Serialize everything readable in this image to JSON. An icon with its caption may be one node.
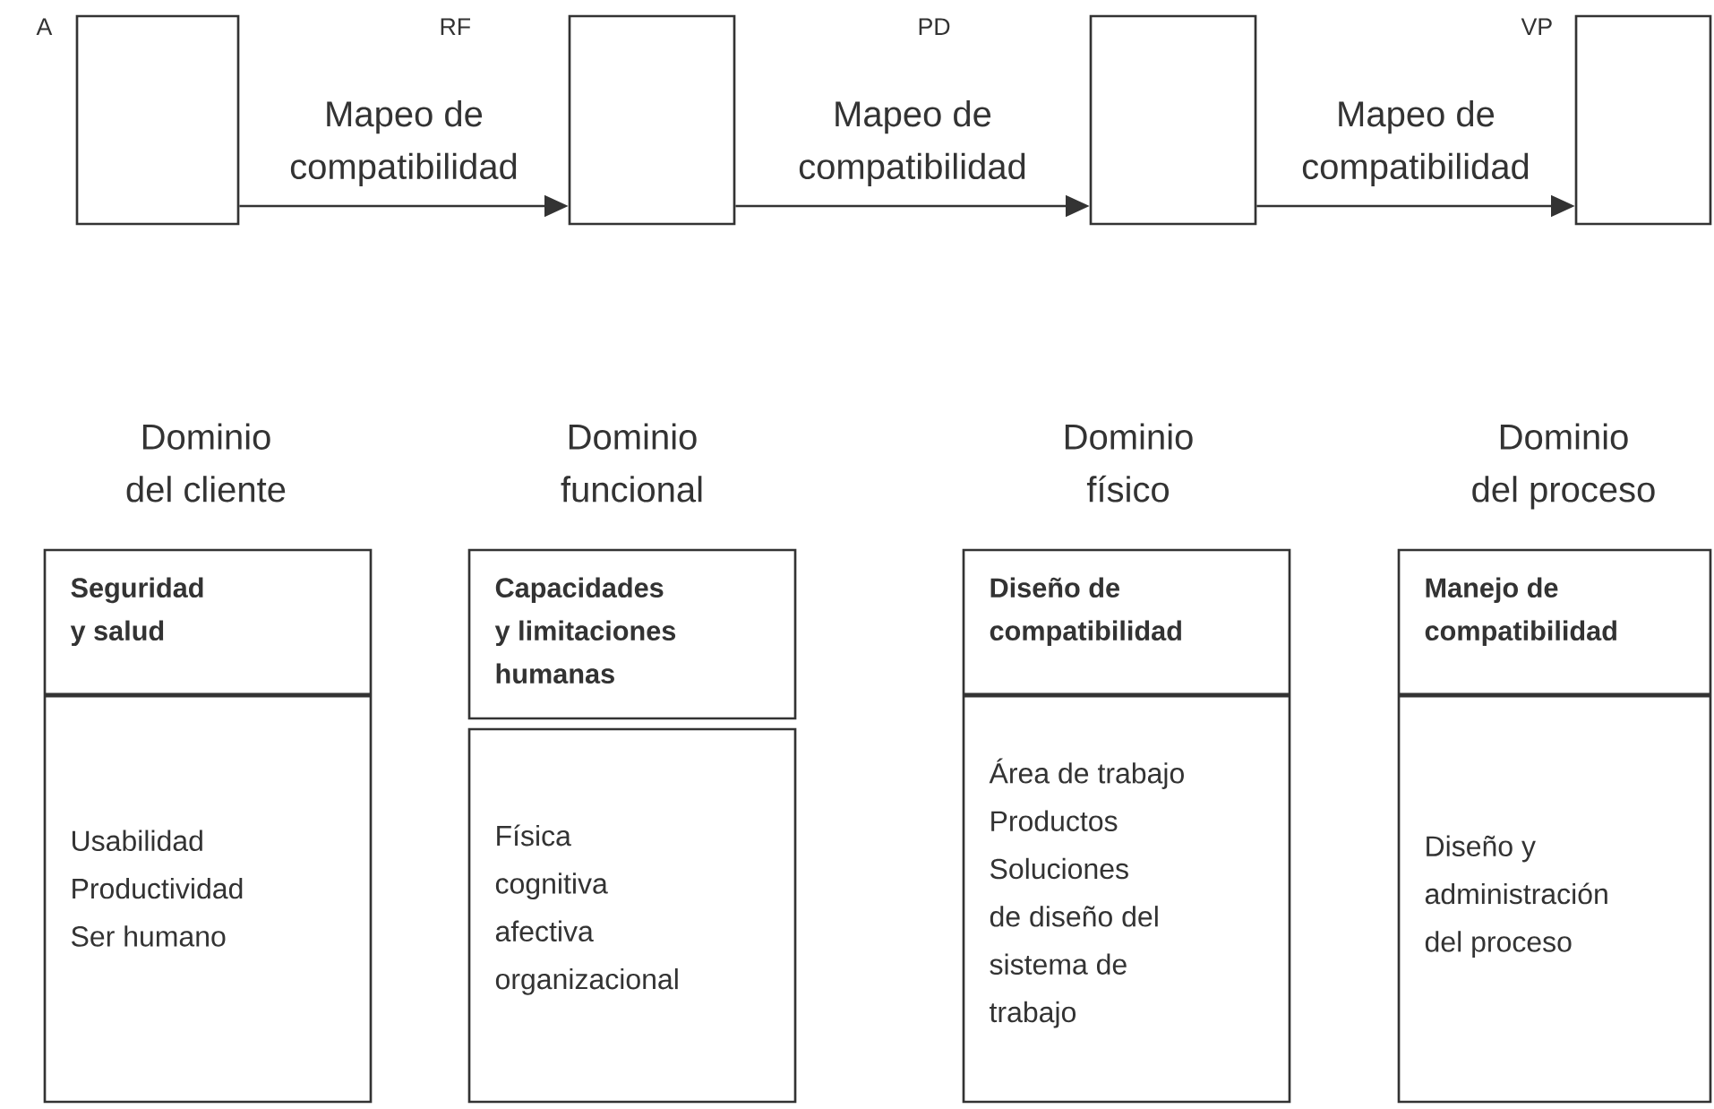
{
  "diagram": {
    "nodes": [
      {
        "text": [],
        "shape": "box"
      },
      {
        "text": [],
        "shape": "box"
      },
      {
        "text": [],
        "shape": "box"
      },
      {
        "text": [],
        "shape": "box"
      },
      {
        "text": [
          "Dominio del cliente",
          "Seguridad y salud",
          "Usabilidad",
          "Productividad",
          "Ser humano"
        ]
      },
      {
        "text": [
          "Dominio funcional",
          "Capacidades y limitaciones humanas"
        ]
      },
      {
        "text": [
          "Física",
          "cognitiva",
          "afectiva",
          "organizacional"
        ]
      },
      {
        "text": [
          "Dominio físico",
          "Diseño de compatibilidad",
          "Área de trabajo",
          "Productos",
          "Soluciones de diseño del sistema de trabajo"
        ]
      },
      {
        "text": [
          "Dominio del proceso",
          "Manejo de compatibilidad",
          "Diseño y administración del proceso"
        ]
      }
    ],
    "edges": [
      {
        "from": 0,
        "to": 1,
        "arrow": "to",
        "label": "Mapeo de compatibilidad"
      },
      {
        "from": 1,
        "to": 2,
        "arrow": "to",
        "label": "Mapeo de compatibilidad"
      },
      {
        "from": 2,
        "to": 3,
        "arrow": "to",
        "label": "Mapeo de compatibilidad"
      }
    ],
    "labels": [
      "A",
      "RF",
      "PD",
      "VP"
    ]
  }
}
